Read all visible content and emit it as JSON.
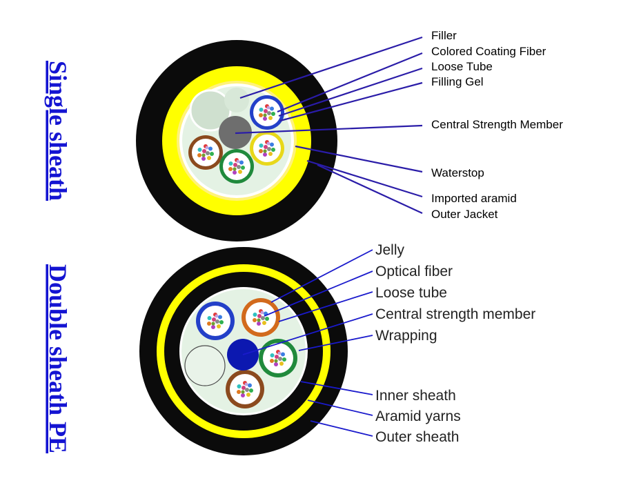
{
  "titles": {
    "single": "Single sheath",
    "double": "Double sheath PE"
  },
  "single_labels": [
    "Filler",
    "Colored Coating Fiber",
    "Loose Tube",
    "Filling Gel",
    "Central Strength Member",
    "Waterstop",
    "Imported aramid",
    "Outer Jacket"
  ],
  "double_labels": [
    "Jelly",
    "Optical fiber",
    "Loose tube",
    "Central strength member",
    "Wrapping",
    "Inner sheath",
    "Aramid yarns",
    "Outer sheath"
  ],
  "colors": {
    "title": "#1414d2",
    "jacket": "#0b0b0b",
    "aramid": "#ffff00",
    "core_fill": "#e4f2e4",
    "tube_blue": "#2340c8",
    "tube_orange": "#d26a1c",
    "tube_green": "#208a3c",
    "tube_brown": "#8b4a1e",
    "tube_yellow": "#e8d81a",
    "central_member_single": "#6e6e6e",
    "central_member_double": "#0c18b0",
    "leader": "#2a1ca8"
  }
}
